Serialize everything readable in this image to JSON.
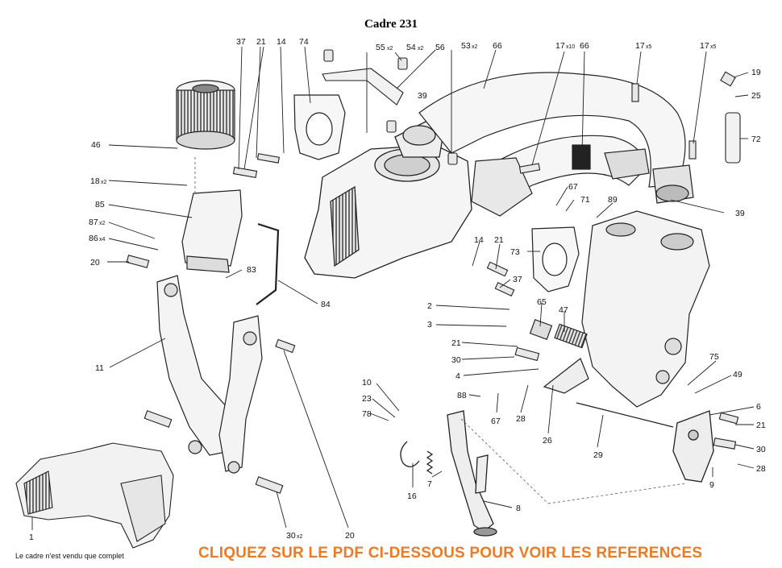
{
  "title": "Cadre 231",
  "cta": {
    "text": "CLIQUEZ SUR LE PDF CI-DESSOUS POUR VOIR LES REFERENCES",
    "color": "#f07a22"
  },
  "note": "Le cadre n'est vendu que complet",
  "parts": [
    {
      "id": "p37a",
      "num": "37",
      "qty": ""
    },
    {
      "id": "p21a",
      "num": "21",
      "qty": ""
    },
    {
      "id": "p14a",
      "num": "14",
      "qty": ""
    },
    {
      "id": "p74",
      "num": "74",
      "qty": ""
    },
    {
      "id": "p55",
      "num": "55",
      "qty": "x2"
    },
    {
      "id": "p54",
      "num": "54",
      "qty": "x2"
    },
    {
      "id": "p56",
      "num": "56",
      "qty": ""
    },
    {
      "id": "p53",
      "num": "53",
      "qty": "x2"
    },
    {
      "id": "p66a",
      "num": "66",
      "qty": ""
    },
    {
      "id": "p17a",
      "num": "17",
      "qty": "x10"
    },
    {
      "id": "p66b",
      "num": "66",
      "qty": ""
    },
    {
      "id": "p17b",
      "num": "17",
      "qty": "x5"
    },
    {
      "id": "p17c",
      "num": "17",
      "qty": "x5"
    },
    {
      "id": "p19",
      "num": "19",
      "qty": ""
    },
    {
      "id": "p25",
      "num": "25",
      "qty": ""
    },
    {
      "id": "p72",
      "num": "72",
      "qty": ""
    },
    {
      "id": "p39a",
      "num": "39",
      "qty": ""
    },
    {
      "id": "p39b",
      "num": "39",
      "qty": ""
    },
    {
      "id": "p46",
      "num": "46",
      "qty": ""
    },
    {
      "id": "p18",
      "num": "18",
      "qty": "x2"
    },
    {
      "id": "p85",
      "num": "85",
      "qty": ""
    },
    {
      "id": "p87",
      "num": "87",
      "qty": "x2"
    },
    {
      "id": "p86",
      "num": "86",
      "qty": "x4"
    },
    {
      "id": "p20a",
      "num": "20",
      "qty": ""
    },
    {
      "id": "p83",
      "num": "83",
      "qty": ""
    },
    {
      "id": "p84",
      "num": "84",
      "qty": ""
    },
    {
      "id": "p11",
      "num": "11",
      "qty": ""
    },
    {
      "id": "p67a",
      "num": "67",
      "qty": ""
    },
    {
      "id": "p71",
      "num": "71",
      "qty": ""
    },
    {
      "id": "p89",
      "num": "89",
      "qty": ""
    },
    {
      "id": "p73",
      "num": "73",
      "qty": ""
    },
    {
      "id": "p14b",
      "num": "14",
      "qty": ""
    },
    {
      "id": "p21b",
      "num": "21",
      "qty": ""
    },
    {
      "id": "p37b",
      "num": "37",
      "qty": ""
    },
    {
      "id": "p2",
      "num": "2",
      "qty": ""
    },
    {
      "id": "p3",
      "num": "3",
      "qty": ""
    },
    {
      "id": "p65",
      "num": "65",
      "qty": ""
    },
    {
      "id": "p47",
      "num": "47",
      "qty": ""
    },
    {
      "id": "p21c",
      "num": "21",
      "qty": ""
    },
    {
      "id": "p30a",
      "num": "30",
      "qty": ""
    },
    {
      "id": "p4",
      "num": "4",
      "qty": ""
    },
    {
      "id": "p75",
      "num": "75",
      "qty": ""
    },
    {
      "id": "p49",
      "num": "49",
      "qty": ""
    },
    {
      "id": "p10",
      "num": "10",
      "qty": ""
    },
    {
      "id": "p23",
      "num": "23",
      "qty": ""
    },
    {
      "id": "p78",
      "num": "78",
      "qty": ""
    },
    {
      "id": "p88",
      "num": "88",
      "qty": ""
    },
    {
      "id": "p67b",
      "num": "67",
      "qty": ""
    },
    {
      "id": "p28a",
      "num": "28",
      "qty": ""
    },
    {
      "id": "p26",
      "num": "26",
      "qty": ""
    },
    {
      "id": "p29",
      "num": "29",
      "qty": ""
    },
    {
      "id": "p6",
      "num": "6",
      "qty": ""
    },
    {
      "id": "p21d",
      "num": "21",
      "qty": ""
    },
    {
      "id": "p30b",
      "num": "30",
      "qty": ""
    },
    {
      "id": "p28b",
      "num": "28",
      "qty": ""
    },
    {
      "id": "p9",
      "num": "9",
      "qty": ""
    },
    {
      "id": "p16",
      "num": "16",
      "qty": ""
    },
    {
      "id": "p7",
      "num": "7",
      "qty": ""
    },
    {
      "id": "p8",
      "num": "8",
      "qty": ""
    },
    {
      "id": "p30c",
      "num": "30",
      "qty": "x2"
    },
    {
      "id": "p20b",
      "num": "20",
      "qty": ""
    },
    {
      "id": "p1",
      "num": "1",
      "qty": ""
    }
  ]
}
